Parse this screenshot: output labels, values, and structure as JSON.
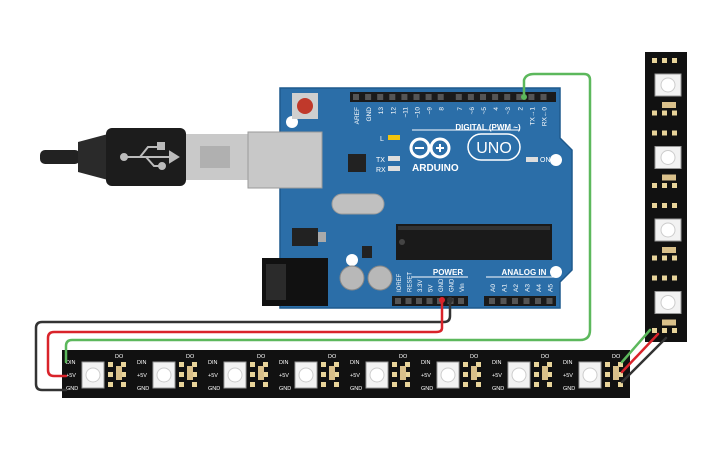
{
  "board": {
    "brand": "ARDUINO",
    "model": "UNO",
    "digital_label": "DIGITAL (PWM ~)",
    "power_label": "POWER",
    "analog_label": "ANALOG IN",
    "led_l": "L",
    "led_tx": "TX",
    "led_rx": "RX",
    "led_on": "ON",
    "digital_pins": [
      "AREF",
      "GND",
      "13",
      "12",
      "~11",
      "~10",
      "~9",
      "8",
      "7",
      "~6",
      "~5",
      "4",
      "~3",
      "2",
      "TX→1",
      "RX←0"
    ],
    "power_pins": [
      "IOREF",
      "RESET",
      "3.3V",
      "5V",
      "GND",
      "GND",
      "Vin"
    ],
    "analog_pins": [
      "A0",
      "A1",
      "A2",
      "A3",
      "A4",
      "A5"
    ]
  },
  "strip": {
    "pin_labels": {
      "din": "DIN",
      "dout": "DO",
      "plus5v": "+5V",
      "gnd": "GND"
    },
    "horizontal_led_count": 8,
    "vertical_led_count": 4
  },
  "colors": {
    "board": "#2b6ea8",
    "wire_data": "#5cb85c",
    "wire_power": "#d9232a",
    "wire_ground": "#333333",
    "strip": "#111111",
    "pad": "#e8d49a"
  }
}
